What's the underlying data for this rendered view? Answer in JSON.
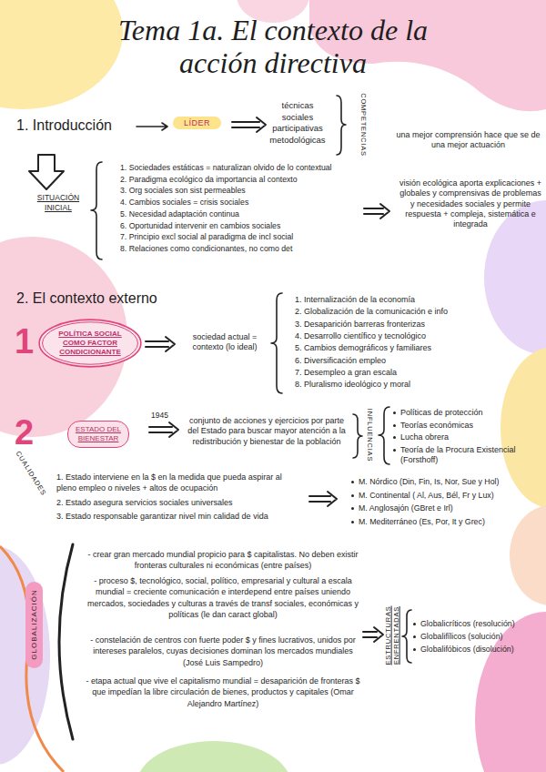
{
  "diagram": {
    "title": "Tema 1a. El contexto de la acción directiva",
    "nodes": [
      {
        "text": [
          "LÍDER"
        ]
      },
      {
        "text": [
          "POLÍTICA SOCIAL COMO FACTOR CONDICIONANTE"
        ]
      },
      {
        "text": [
          "ESTADO DEL BIENESTAR"
        ]
      },
      {
        "text": [
          "GLOBALIZACIÓN"
        ]
      }
    ],
    "labels": [
      "1. Introducción",
      "técnicas",
      "sociales",
      "participativas",
      "metodológicas",
      "COMPETENCIAS",
      "una mejor comprensión hace que se de una mejor actuación",
      "SITUACIÓN INICIAL",
      "1. Sociedades estáticas = naturalizan olvido de lo contextual",
      "2. Paradigma ecológico da importancia al contexto",
      "3. Org sociales son sist permeables",
      "4. Cambios sociales = crisis sociales",
      "5. Necesidad adaptación continua",
      "6. Oportunidad intervenir en cambios sociales",
      "7. Principio excl social al paradigma de incl social",
      "8. Relaciones como condicionantes, no como det",
      "visión ecológica aporta explicaciones + globales y comprensivas de problemas y necesidades sociales y permite respuesta + compleja, sistemática e integrada",
      "2. El contexto externo",
      "1",
      "sociedad actual = contexto (lo ideal)",
      "1. Internalización de la economía",
      "2. Globalización de la comunicación e info",
      "3. Desaparición barreras fronterizas",
      "4. Desarrollo científico y tecnológico",
      "5. Cambios demográficos y familiares",
      "6. Diversificación empleo",
      "7. Desempleo a gran escala",
      "8. Pluralismo ideológico y moral",
      "2",
      "1945",
      "conjunto de acciones y ejercicios por parte del Estado para buscar mayor atención a la redistribución y bienestar de la población",
      "INFLUENCIAS",
      "Políticas de protección",
      "Teorías económicas",
      "Lucha obrera",
      "Teoría de la Procura Existencial (Forsthoff)",
      "CUALIDADES",
      "1. Estado interviene en la $ en la medida que pueda aspirar al pleno empleo o niveles + altos de ocupación",
      "2. Estado asegura servicios sociales universales",
      "3. Estado responsable garantizar nivel min calidad de vida",
      "M. Nórdico (Din, Fin, Is, Nor, Sue y Hol)",
      "M. Continental ( Al, Aus, Bél, Fr y Lux)",
      "M. Anglosajón (GBret e Irl)",
      "M. Mediterráneo (Es, Por, It y Grec)",
      "- crear gran mercado mundial propicio para $ capitalistas. No deben existir fronteras culturales ni económicas (entre países)",
      "- proceso $, tecnológico, social, político, empresarial y cultural a escala mundial = creciente comunicación e interdepend entre países uniendo mercados, sociedades y culturas a través de transf sociales, económicas y políticas (le dan caract global)",
      "- constelación de centros con fuerte poder $ y fines lucrativos, unidos por intereses paralelos, cuyas decisiones dominan los mercados mundiales (José Luis Sampedro)",
      "- etapa actual que vive el capitalismo mundial = desaparición de fronteras $ que impedían la libre circulación de bienes, productos y capitales (Omar Alejandro Martínez)",
      "ESTRUCTURAS ENFRENTADAS",
      "Globalicríticos (resolución)",
      "Globalifílicos (solución)",
      "Globalifóbicos (disolución)"
    ]
  }
}
